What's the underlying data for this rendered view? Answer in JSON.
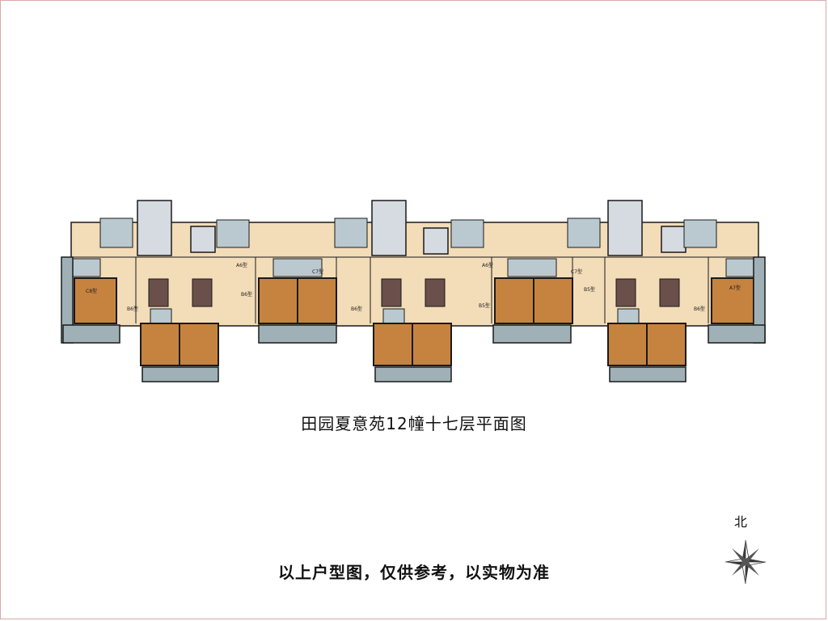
{
  "title": "田园夏意苑12幢十七层平面图",
  "disclaimer": "以上户型图，仅供参考，以实物为准",
  "north_label": "北",
  "unit_labels": [
    "C8型",
    "B6型",
    "A6型",
    "B6型",
    "C7型",
    "B6型",
    "A6型",
    "B5型",
    "C7型",
    "B5型",
    "B6型",
    "A7型"
  ],
  "colors": {
    "floor_tile": "#f3dcb8",
    "bedroom_wood": "#c6833f",
    "balcony_gray": "#9fb1b6",
    "wet_area": "#b9c9cf",
    "bath_dark": "#6a4f4a",
    "wall": "#1a1a1a"
  }
}
